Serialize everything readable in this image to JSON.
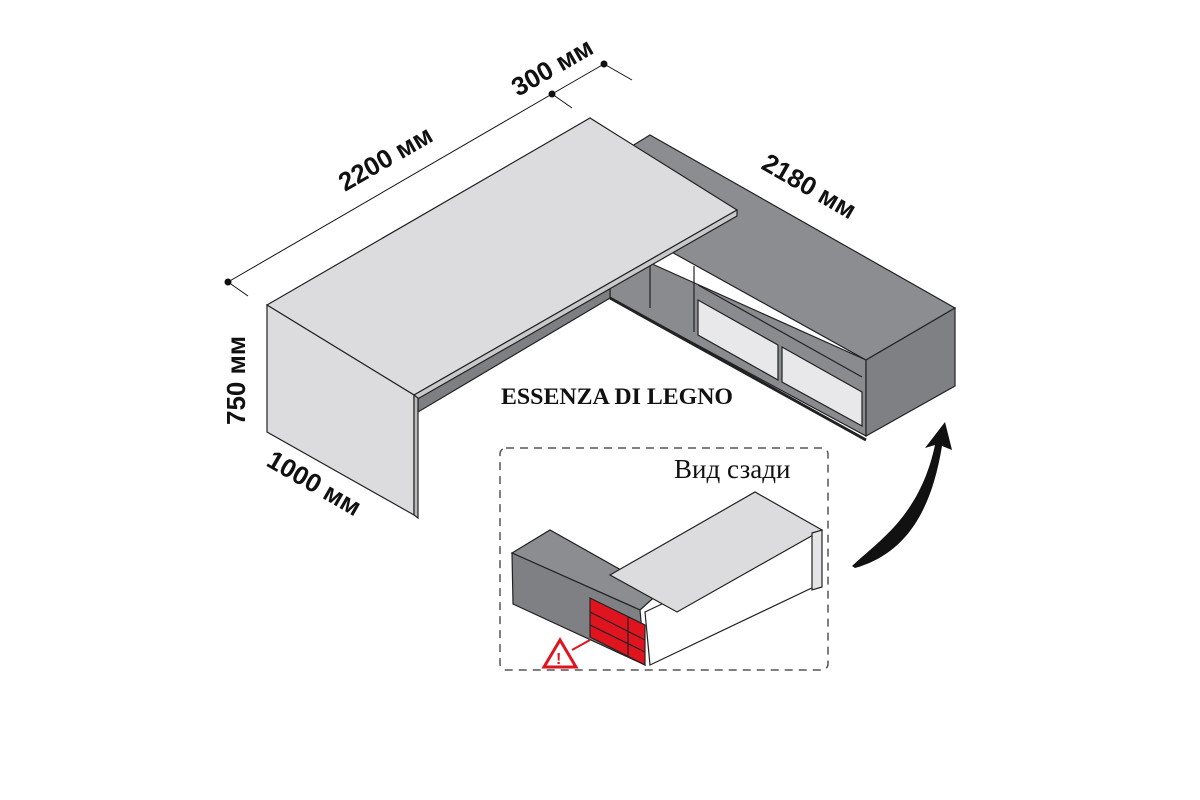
{
  "dimensions": {
    "desk_length": "2200 мм",
    "return_extension": "300 мм",
    "cabinet_length": "2180 мм",
    "height": "750 мм",
    "depth": "1000 мм"
  },
  "material_label": "ESSENZA DI LEGNO",
  "inset": {
    "title": "Вид сзади"
  },
  "colors": {
    "desk_top": "#dcdcde",
    "cabinet": "#8c8d90",
    "warning": "#e0141e",
    "line": "#111111"
  }
}
